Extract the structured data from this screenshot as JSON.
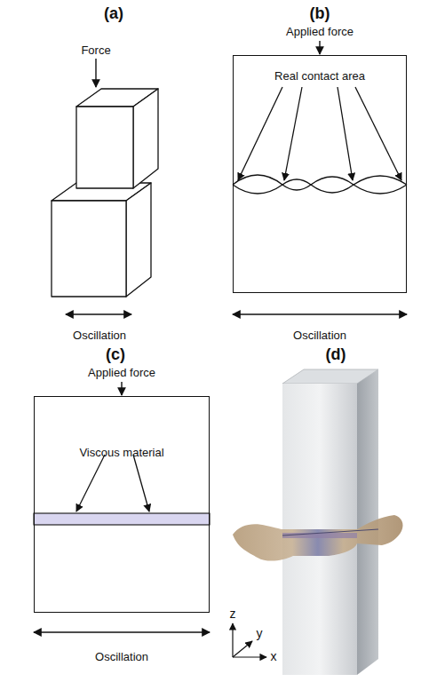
{
  "diagram": {
    "nodes": [
      {
        "text": [
          "Real contact area"
        ]
      },
      {
        "text": [
          "Viscous material"
        ]
      }
    ],
    "labels": [
      "(a)",
      "Force",
      "Oscillation",
      "(b)",
      "Applied force",
      "Oscillation",
      "(c)",
      "Applied force",
      "Oscillation",
      "(d)",
      "z",
      "x",
      "y"
    ]
  }
}
